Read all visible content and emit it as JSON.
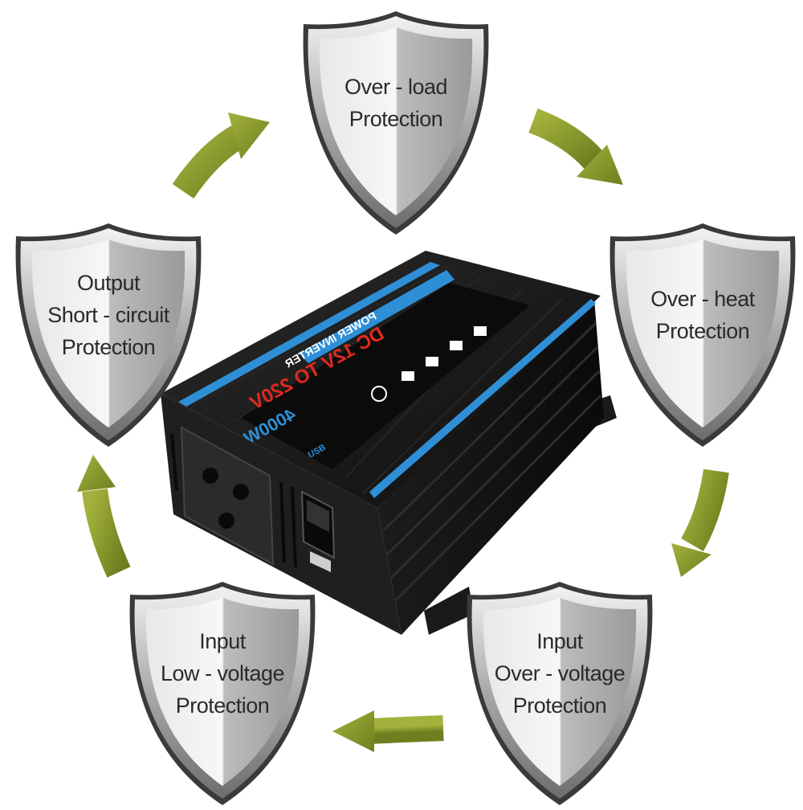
{
  "shields": {
    "overload": {
      "line1": "Over - load",
      "line2": "Protection"
    },
    "overheat": {
      "line1": "Over - heat",
      "line2": "Protection"
    },
    "overvolt": {
      "line1": "Input",
      "line2": "Over - voltage",
      "line3": "Protection"
    },
    "lowvolt": {
      "line1": "Input",
      "line2": "Low - voltage",
      "line3": "Protection"
    },
    "shortcirc": {
      "line1": "Output",
      "line2": "Short - circuit",
      "line3": "Protection"
    }
  },
  "inverter": {
    "label_type": "POWER INVERTER",
    "label_spec": "DC 12V TO 220V",
    "label_watt": "4000W",
    "label_usb": "USB"
  },
  "colors": {
    "arrow": "#8a9a2e",
    "inverter_body": "#161616",
    "accent_blue": "#2f8fd6",
    "accent_red": "#e0291d",
    "shield_silver": "#c4c4c4"
  }
}
